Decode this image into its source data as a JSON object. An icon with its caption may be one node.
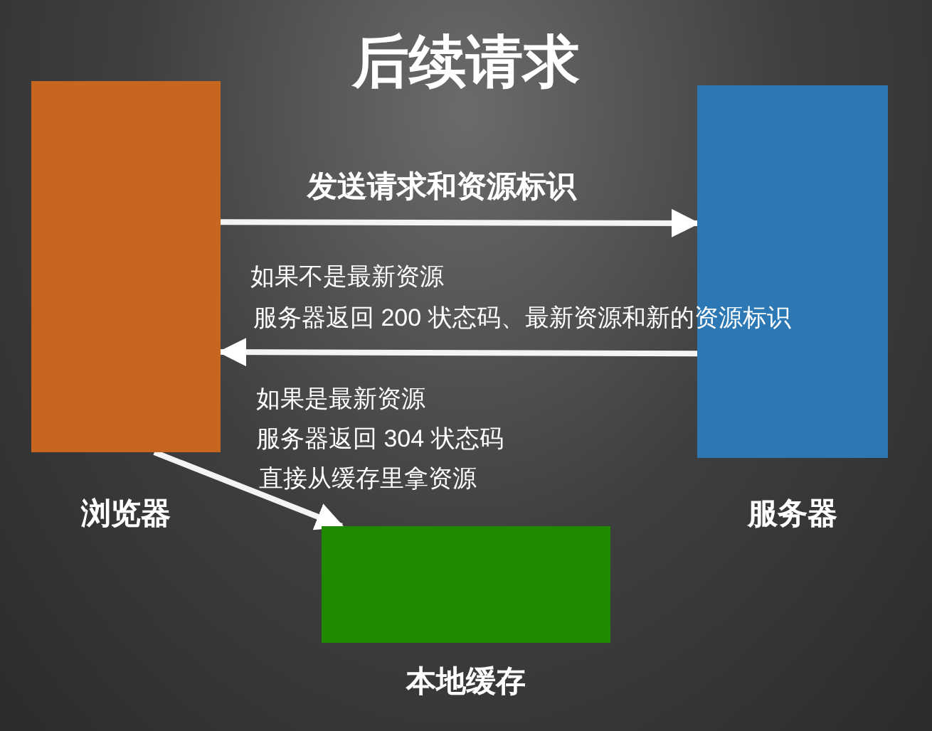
{
  "diagram": {
    "title": "后续请求",
    "nodes": [
      {
        "text": [
          "浏览器"
        ]
      },
      {
        "text": [
          "服务器"
        ]
      },
      {
        "text": [
          "本地缓存"
        ]
      }
    ],
    "edges": [
      {
        "from": 0,
        "to": 1,
        "arrow": "to",
        "label": "发送请求和资源标识"
      },
      {
        "from": 1,
        "to": 0,
        "arrow": "to"
      },
      {
        "from": 0,
        "to": 2,
        "arrow": "to"
      }
    ],
    "labels": [
      "如果不是最新资源",
      "服务器返回 200 状态码、最新资源和新的资源标识",
      "如果是最新资源",
      "服务器返回 304 状态码",
      "直接从缓存里拿资源"
    ]
  }
}
